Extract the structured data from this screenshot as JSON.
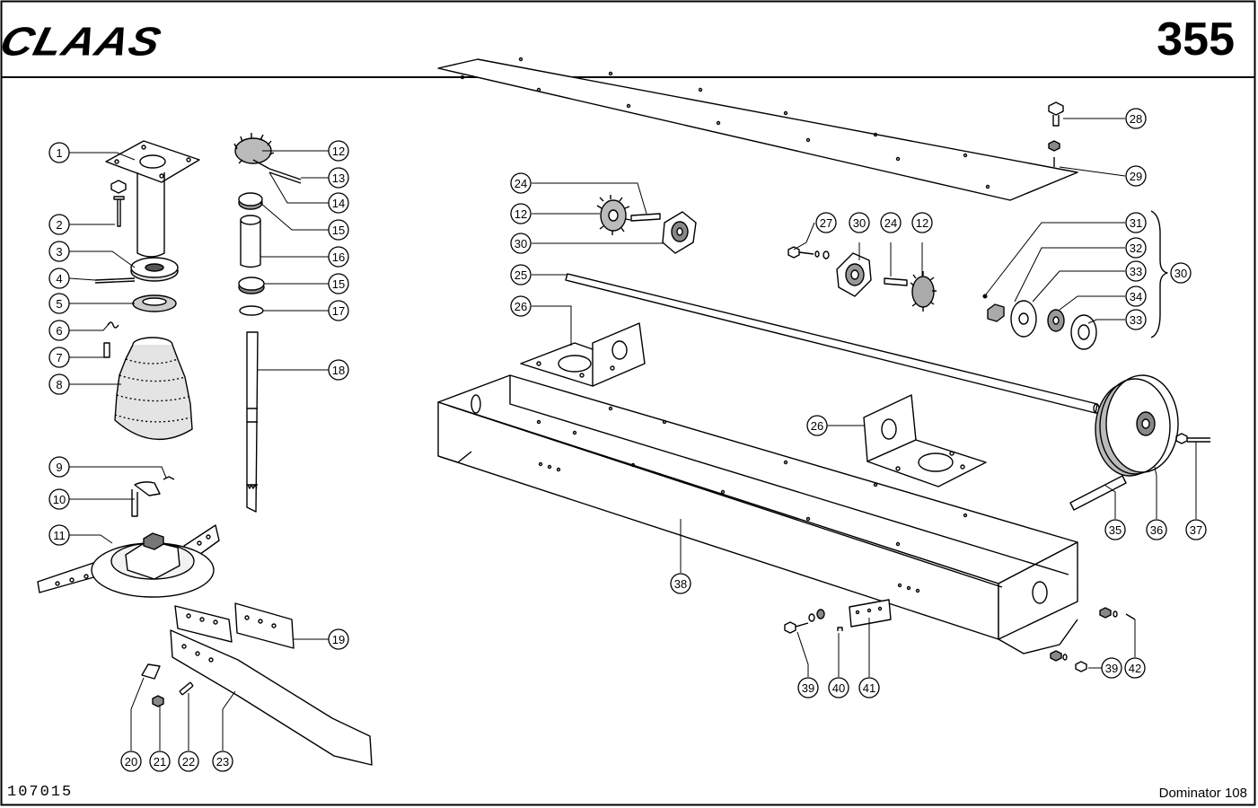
{
  "header": {
    "brand": "CLAAS",
    "page_number": "355"
  },
  "footer": {
    "document_number": "107015",
    "model": "Dominator 108"
  },
  "callouts": [
    {
      "label": "1"
    },
    {
      "label": "2"
    },
    {
      "label": "3"
    },
    {
      "label": "4"
    },
    {
      "label": "5"
    },
    {
      "label": "6"
    },
    {
      "label": "7"
    },
    {
      "label": "8"
    },
    {
      "label": "9"
    },
    {
      "label": "10"
    },
    {
      "label": "11"
    },
    {
      "label": "12"
    },
    {
      "label": "13"
    },
    {
      "label": "14"
    },
    {
      "label": "15"
    },
    {
      "label": "16"
    },
    {
      "label": "15"
    },
    {
      "label": "17"
    },
    {
      "label": "18"
    },
    {
      "label": "19"
    },
    {
      "label": "20"
    },
    {
      "label": "21"
    },
    {
      "label": "22"
    },
    {
      "label": "23"
    },
    {
      "label": "24"
    },
    {
      "label": "12"
    },
    {
      "label": "30"
    },
    {
      "label": "25"
    },
    {
      "label": "26"
    },
    {
      "label": "27"
    },
    {
      "label": "30"
    },
    {
      "label": "24"
    },
    {
      "label": "12"
    },
    {
      "label": "28"
    },
    {
      "label": "29"
    },
    {
      "label": "31"
    },
    {
      "label": "32"
    },
    {
      "label": "33"
    },
    {
      "label": "34"
    },
    {
      "label": "33"
    },
    {
      "label": "30"
    },
    {
      "label": "26"
    },
    {
      "label": "35"
    },
    {
      "label": "36"
    },
    {
      "label": "37"
    },
    {
      "label": "38"
    },
    {
      "label": "39"
    },
    {
      "label": "40"
    },
    {
      "label": "41"
    },
    {
      "label": "39"
    },
    {
      "label": "42"
    }
  ]
}
